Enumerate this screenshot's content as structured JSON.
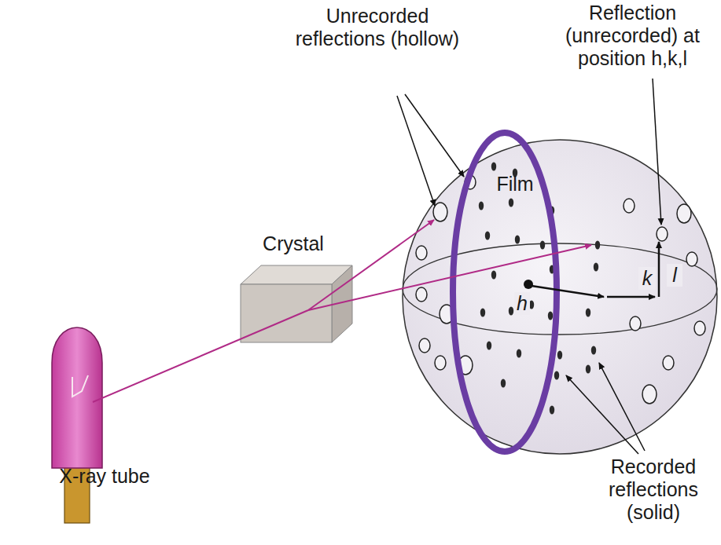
{
  "diagram": {
    "labels": [
      "Unrecorded reflections (hollow)",
      "Reflection (unrecorded) at position h,k,l",
      "Film",
      "Crystal",
      "X-ray tube",
      "Recorded reflections (solid)",
      "h",
      "k",
      "l"
    ]
  }
}
